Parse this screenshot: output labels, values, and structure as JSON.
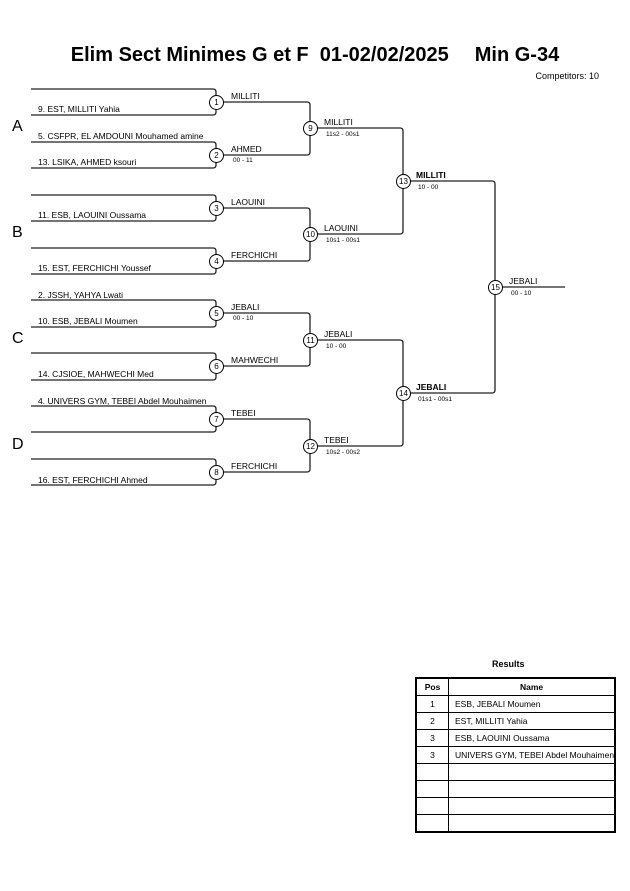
{
  "header": {
    "title": "Elim Sect Minimes G et F  01-02/02/2025",
    "category": "Min G-34",
    "competitors": "Competitors: 10"
  },
  "pools": [
    "A",
    "B",
    "C",
    "D"
  ],
  "round1": [
    {
      "match": "1",
      "top": "",
      "bottom": "9. EST, MILLITI Yahia",
      "winner": "MILLITI",
      "score": ""
    },
    {
      "match": "2",
      "top": "5. CSFPR, EL AMDOUNI Mouhamed amine",
      "bottom": "13. LSIKA, AHMED ksouri",
      "winner": "AHMED",
      "score": "00 - 11"
    },
    {
      "match": "3",
      "top": "",
      "bottom": "11. ESB, LAOUINI Oussama",
      "winner": "LAOUINI",
      "score": ""
    },
    {
      "match": "4",
      "top": "",
      "bottom": "15. EST, FERCHICHI Youssef",
      "winner": "FERCHICHI",
      "score": ""
    },
    {
      "match": "5",
      "top": "2. JSSH, YAHYA Lwati",
      "bottom": "10. ESB, JEBALI Moumen",
      "winner": "JEBALI",
      "score": "00 - 10"
    },
    {
      "match": "6",
      "top": "",
      "bottom": "14. CJSIOE, MAHWECHI Med",
      "winner": "MAHWECHI",
      "score": ""
    },
    {
      "match": "7",
      "top": "4. UNIVERS GYM, TEBEI Abdel Mouhaimen",
      "bottom": "",
      "winner": "TEBEI",
      "score": ""
    },
    {
      "match": "8",
      "top": "",
      "bottom": "16. EST, FERCHICHI Ahmed",
      "winner": "FERCHICHI",
      "score": ""
    }
  ],
  "round2": [
    {
      "match": "9",
      "winner": "MILLITI",
      "score": "11s2 - 00s1"
    },
    {
      "match": "10",
      "winner": "LAOUINI",
      "score": "10s1 - 00s1"
    },
    {
      "match": "11",
      "winner": "JEBALI",
      "score": "10 - 00"
    },
    {
      "match": "12",
      "winner": "TEBEI",
      "score": "10s2 - 00s2"
    }
  ],
  "round3": [
    {
      "match": "13",
      "winner": "MILLITI",
      "score": "10 - 00"
    },
    {
      "match": "14",
      "winner": "JEBALI",
      "score": "01s1 - 00s1"
    }
  ],
  "final": {
    "match": "15",
    "winner": "JEBALI",
    "score": "00 - 10"
  },
  "results": {
    "title": "Results",
    "headers": {
      "pos": "Pos",
      "name": "Name"
    },
    "rows": [
      {
        "pos": "1",
        "name": "ESB, JEBALI Moumen"
      },
      {
        "pos": "2",
        "name": "EST, MILLITI Yahia"
      },
      {
        "pos": "3",
        "name": "ESB, LAOUINI Oussama"
      },
      {
        "pos": "3",
        "name": "UNIVERS GYM, TEBEI Abdel Mouhaimen"
      },
      {
        "pos": "",
        "name": ""
      },
      {
        "pos": "",
        "name": ""
      },
      {
        "pos": "",
        "name": ""
      },
      {
        "pos": "",
        "name": ""
      }
    ]
  }
}
